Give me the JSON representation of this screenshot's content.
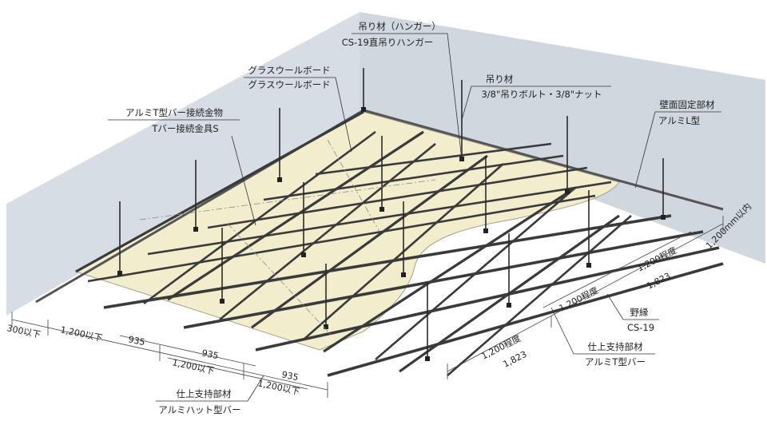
{
  "colors": {
    "wall": "#d6dde4",
    "board": "#f1edcd",
    "board_edge": "#a3a08a",
    "bar": "#3a3a3a",
    "hanger": "#2a2a2a"
  },
  "labels": {
    "hanger_top": "吊り材（ハンガー）",
    "hanger_bottom": "CS-19直吊りハンガー",
    "bolt_top": "吊り材",
    "bolt_bottom": "3/8\"吊りボルト・3/8\"ナット",
    "glasswool_top": "グラスウールボード",
    "glasswool_bottom": "グラスウールボード",
    "joint_top": "アルミT型バー接続金物",
    "joint_bottom": "Tバー接続金具S",
    "wall_top": "壁面固定部材",
    "wall_bottom": "アルミL型",
    "nobuchi_top": "野縁",
    "nobuchi_bottom": "CS-19",
    "tbar_top": "仕上支持部材",
    "tbar_bottom": "アルミT型バー",
    "hat_top": "仕上支持部材",
    "hat_bottom": "アルミハット型バー"
  },
  "dimensions": {
    "d300": "300以下",
    "d1200a": "1,200以下",
    "d935a": "935",
    "d935b": "935",
    "d1200b": "1,200以下",
    "d935c": "935",
    "d1200c": "1,200以下",
    "r1200a": "1,200程度",
    "r1823a": "1,823",
    "r1200b": "1,200程度",
    "r1200c": "1,200mm以内",
    "r1200d": "1,200程度",
    "r1823b": "1,823"
  }
}
